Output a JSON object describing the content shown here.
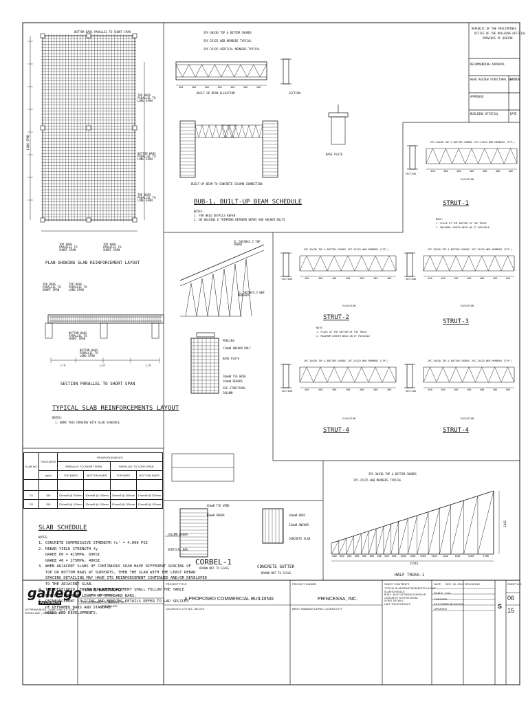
{
  "office": {
    "line1": "REPUBLIC OF THE PHILIPPINES",
    "line2": "OFFICE OF THE BUILDING OFFICIAL",
    "line3": "PROVINCE OF QUEZON",
    "recommending": "RECOMMENDING APPROVAL",
    "structural": "HEAD REVIEW STRUCTURAL SECTION",
    "approved": "APPROVED",
    "building_official": "BUILDING OFFICIAL",
    "date1": "DATE",
    "date2": "DATE"
  },
  "plan": {
    "label_top": "BOTTOM BARS PARALLEL TO SHORT SPAN",
    "label_r1": "TOP BARS PARALLEL TO LONG SPAN",
    "label_r2": "BOTTOM BARS PARALLEL TO LONG SPAN",
    "label_r3": "TOP BARS PARALLEL TO LONG SPAN",
    "label_b1": "TOP BARS PARALLEL TO SHORT SPAN",
    "label_b2": "TOP BARS PARALLEL TO SHORT SPAN",
    "left_dim": "LONG SPAN",
    "caption": "PLAN SHOWING SLAB REINFORCEMENT LAYOUT"
  },
  "section": {
    "l1": "TOP BARS PARALLEL TO SHORT SPAN",
    "l2": "TOP BARS PARALLEL TO LONG SPAN",
    "l3": "BOTTOM BARS PARALLEL TO SHORT SPAN",
    "l4": "BOTTOM BARS PARALLEL TO LONG SPAN",
    "d1": "L/4",
    "d2": "L/4",
    "d3": "L/4",
    "caption": "SECTION PARALLEL TO SHORT SPAN",
    "title": "TYPICAL SLAB REINFORCEMENTS LAYOUT",
    "notes_head": "NOTES:",
    "note1": "1. WORK THIS DRAWING WITH SLAB SCHEDULE"
  },
  "slab_schedule": {
    "h_mark": "SLAB NO.",
    "h_thick": "THICKNESS",
    "h_unit": "(mm)",
    "h_reinf": "REINFORCEMENTS",
    "h_short": "PARALLEL TO SHORT SPAN",
    "h_long": "PARALLEL TO LONG SPAN",
    "h_top1": "TOP BARS",
    "h_bot1": "BOTTOM BARS",
    "h_top2": "TOP BARS",
    "h_bot2": "BOTTOM BARS",
    "rows": [
      {
        "mark": "S1",
        "thick": "150",
        "a": "10mmØ @ 200mm",
        "b": "10mmØ @ 100mm",
        "c": "10mmØ @ 200mm",
        "d": "10mmØ @ 200mm"
      },
      {
        "mark": "S2",
        "thick": "150",
        "a": "12mmØ @ 100mm",
        "b": "12mmØ @ 100mm",
        "c": "12mmØ @ 100mm",
        "d": "12mmØ @ 100mm"
      }
    ],
    "title": "SLAB SCHEDULE",
    "notes_head": "NOTES:",
    "notes": [
      "1. CONCRETE COMPRESSIVE STRENGTH fc' = 4,000 PSI",
      "2. REBAR YIELD STRENGTH fy",
      "   GRADE 60 = 415MPA, 60KSI",
      "   GRADE 40 = 275MPA, 40KSI",
      "3. WHEN ADJACENT SLABS OF CONTINUOUS SPAN HAVE DIFFERENT SPACING OF",
      "   TOP OR BOTTOM BARS AT SUPPORTS, THEN THE SLAB WITH THE LEAST REBAR",
      "   SPACING DETAILING MAY HAVE ITS REINFORCEMENT CONTINUED AND/OR DEVELOPED",
      "   TO THE ADJACENT SLAB.",
      "4. THE DEVELOPED LENGTH FOR REINFORCEMENT SHALL FOLLOW THE TABLE",
      "   FOR DEVELOPMENT LENGTH OF STANDARD BARS.",
      "5. REINFORCEMENT SPLICING AND BENDING DETAILS REFER TO LAP SPLICES",
      "   OF DEFORMED BARS AND STANDARD",
      "   HOOKS AND DEVELOPMENTS."
    ]
  },
  "bub": {
    "n1": "2PC-30X30 TOP & BOTTOM CHORDS",
    "n2": "2PC-25X25 WEB MEMBERS TYPICAL",
    "n3": "2PC-25X25 VERTICAL MEMBERS TYPICAL",
    "elev_caption": "BUILT-UP BEAM ELEVATION",
    "sec_caption": "SECTION",
    "conn_caption": "BUILT-UP BEAM TO CONCRETE COLUMN CONNECTION",
    "base_plate": "BASE PLATE",
    "title": "BUB-1, BUILT-UP BEAM SCHEDULE",
    "notes_head": "NOTES:",
    "note1": "1. FOR WELD DETAILS REFER",
    "note2": "2. NO WELDING & TRIMMING BETWEEN BEAMS AND ANCHOR BOLTS",
    "dims": [
      "400",
      "400",
      "400",
      "400",
      "400",
      "400",
      "400"
    ]
  },
  "struts": [
    {
      "title": "STRUT-1",
      "chord": "2PC-30X30 TOP & BOTTOM CHORDS",
      "web": "2PC-25X25 WEB MEMBERS (TYP.)",
      "section": "SECTION",
      "elev": "ELEVATION",
      "notes_head": "NOTE:",
      "n1": "1. PLACE AT THE BOTTOM OF THE TRUSS",
      "n2": "2. MAXIMUM LENGTH WELD ON IT POSSIBLE"
    },
    {
      "title": "STRUT-2",
      "chord": "2PC-30X30 TOP & BOTTOM CHORDS",
      "web": "2PC-25X25 WEB MEMBERS (TYP.)",
      "section": "SECTION",
      "elev": "ELEVATION",
      "notes_head": "NOTE:",
      "n1": "1. PLACE AT THE BOTTOM OF THE TRUSS",
      "n2": "2. MAXIMUM LENGTH WELD ON IT POSSIBLE"
    },
    {
      "title": "STRUT-3",
      "chord": "2PC-30X30 TOP & BOTTOM CHORDS",
      "web": "2PC-25X25 WEB MEMBERS (TYP.)",
      "section": "SECTION",
      "elev": "ELEVATION"
    },
    {
      "title": "STRUT-4",
      "chord": "2PC-30X30 TOP & BOTTOM CHORDS",
      "web": "2PC-25X25 WEB MEMBERS (TYP.)",
      "section": "SECTION",
      "elev": "ELEVATION"
    },
    {
      "title": "STRUT-4",
      "chord": "2PC-30X30 TOP & BOTTOM CHORDS",
      "web": "2PC-25X25 WEB MEMBERS (TYP.)",
      "section": "SECTION",
      "elev": "ELEVATION"
    }
  ],
  "strut_dims": [
    "400",
    "400",
    "400",
    "400",
    "400",
    "400",
    "400"
  ],
  "roof": {
    "l1": "2L 50X50X4.5 TOP CHORD",
    "l2": "2L 50X50X4.5 WEB MEMBERS",
    "l3": "PURLINS",
    "l4": "12mmØ ANCHOR BOLT",
    "l5": "BASE PLATE",
    "l6": "10mmØ TIE WIRE",
    "l7": "16mmØ REBARS",
    "l8": "SEE STRUCTURAL",
    "l9": "COLUMN"
  },
  "corbel": {
    "title": "CORBEL-1",
    "sub": "DRAWN NOT TO SCALE",
    "l1": "12mmØ TIE WIRE",
    "l2": "16mmØ REBAR",
    "l3": "COLUMN REBAR",
    "l4": "VERTICAL BAR"
  },
  "gutter": {
    "title": "CONCRETE GUTTER",
    "sub": "DRAWN NOT TO SCALE",
    "l1": "10mmØ BARS",
    "l2": "12mmØ ANCHOR",
    "l3": "CONCRETE SLAB"
  },
  "half_truss": {
    "title": "HALF TRUSS-1",
    "chord": "2PC-30X30 TOP & BOTTOM CHORDS",
    "web": "2PC-25X25 WEB MEMBERS TYPICAL",
    "height": "2442",
    "total": "15544",
    "dims": [
      "800",
      "800",
      "800",
      "800",
      "800",
      "800",
      "800",
      "800",
      "800",
      "1000",
      "1000",
      "1200",
      "1200",
      "1200",
      "1400",
      "1500",
      "1700"
    ]
  },
  "title_block": {
    "logo": "gallego",
    "logo_sub": "Architects",
    "firm_addr": "2/F PRIMA BLDG, JUAN LUNA ST. COR. ROXAS AVE., LUCENA CITY",
    "engineer": "IAN B. BERTULFO",
    "engineer_role": "CIVIL ENGINEER",
    "prc_label": "PRC NO.",
    "ptr_label": "PTR NO.",
    "tin_label": "TIN",
    "prc": "104661",
    "ptr": "5163821",
    "tin": "000-000-000",
    "project_title_label": "PROJECT TITLE",
    "project_title": "A PROPOSED COMMERCIAL BUILDING",
    "owner_label": "PROJECT OWNER",
    "owner": "PRINCESSA, INC.",
    "location_label": "LOCATION / LOT NO. / BLOCK",
    "location": "BRGY. IBABANG DUPAY, LUCENA CITY",
    "sheet_contents_label": "SHEET CONTENTS",
    "contents": [
      "TYPICAL SLAB REINFORCEMENTS LAYOUT",
      "SLAB SCHEDULE",
      "BUB-1, BUILT-UP BEAM SCHEDULE",
      "CONCRETE GUTTER DETAIL",
      "STRUT DETAILS",
      "HALF TRUSS DETAILS"
    ],
    "date_label": "DATE",
    "date": "DEC. 10, 2018",
    "checked": "CHECKED",
    "scale_label": "SCALE",
    "scale": "N.A.",
    "file_label": "FILE PATH",
    "file": "PC-BLDG-001",
    "updated_label": "UPDATED",
    "revisions_label": "REVISIONS",
    "sheet_no_label": "SHEET NO.",
    "letter": "S",
    "sheet_no": "06",
    "sheet_total": "15"
  }
}
